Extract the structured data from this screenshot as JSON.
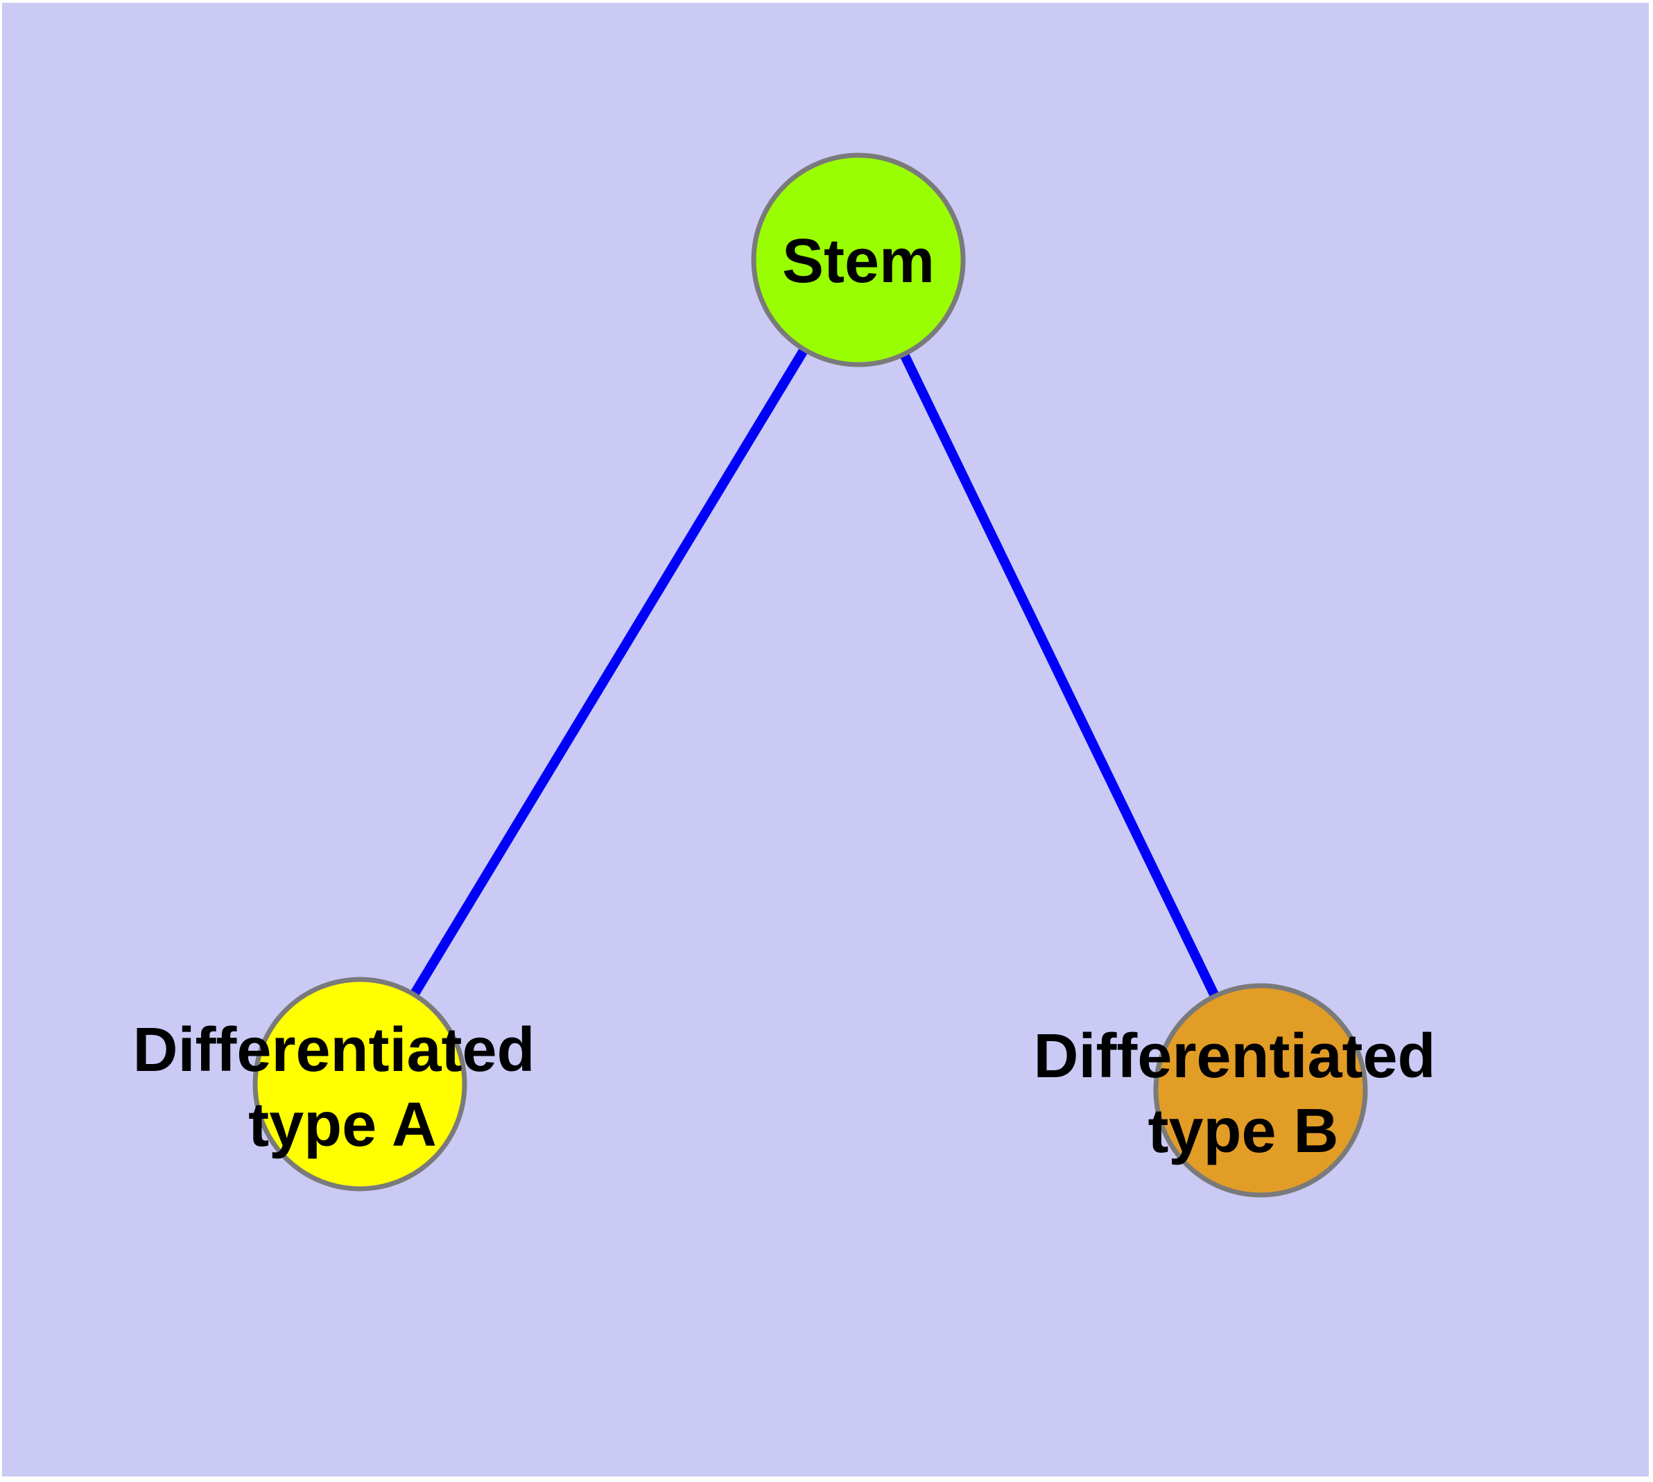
{
  "diagram": {
    "background_color": "#cacaf5",
    "edge_color": "#0000fa",
    "node_border_color": "#7a7a7a",
    "text_color": "#000000",
    "nodes": [
      {
        "id": "stem",
        "label": "Stem",
        "lines": [
          "Stem"
        ],
        "fill": "#9afe02"
      },
      {
        "id": "differentiated-type-a",
        "label": "Differentiated type A",
        "lines": [
          "Differentiated",
          "type A"
        ],
        "fill": "#ffff00"
      },
      {
        "id": "differentiated-type-b",
        "label": "Differentiated type B",
        "lines": [
          "Differentiated",
          "type B"
        ],
        "fill": "#e29d26"
      }
    ],
    "edges": [
      {
        "from": "stem",
        "to": "differentiated-type-a"
      },
      {
        "from": "stem",
        "to": "differentiated-type-b"
      }
    ]
  }
}
